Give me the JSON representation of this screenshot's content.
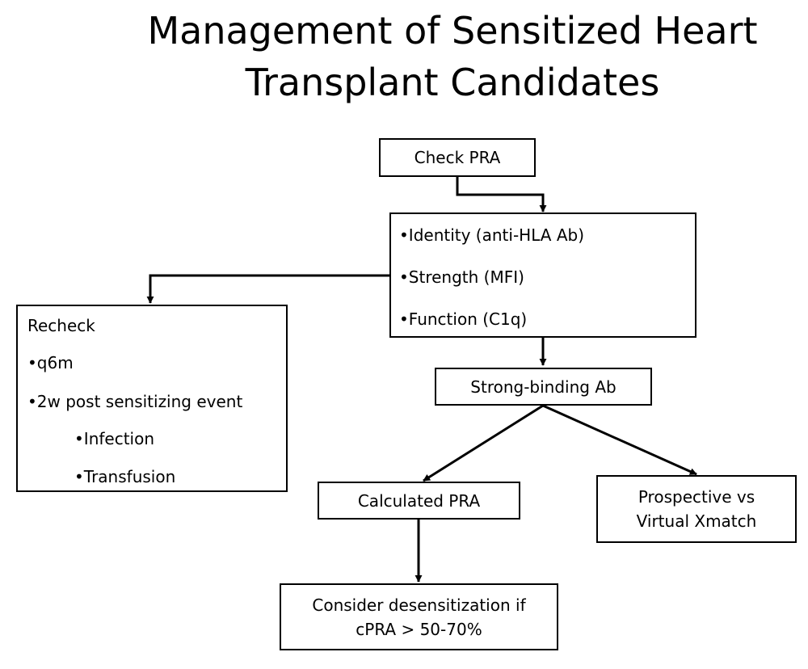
{
  "title": {
    "line1": "Management of Sensitized Heart",
    "line2": "Transplant Candidates"
  },
  "nodes": {
    "check_pra": "Check PRA",
    "antibody_char": {
      "items": [
        "•Identity (anti-HLA Ab)",
        "•Strength (MFI)",
        "•Function (C1q)"
      ]
    },
    "recheck": {
      "heading": "Recheck",
      "items": [
        "•q6m",
        "•2w post sensitizing event"
      ],
      "subitems": [
        "•Infection",
        "•Transfusion"
      ]
    },
    "strong_binding": "Strong-binding Ab",
    "calculated_pra": "Calculated PRA",
    "prospective": {
      "line1": "Prospective vs",
      "line2": "Virtual Xmatch"
    },
    "desensitization": {
      "line1": "Consider desensitization if",
      "line2": "cPRA > 50-70%"
    }
  },
  "colors": {
    "stroke": "#000000",
    "background": "#ffffff"
  }
}
